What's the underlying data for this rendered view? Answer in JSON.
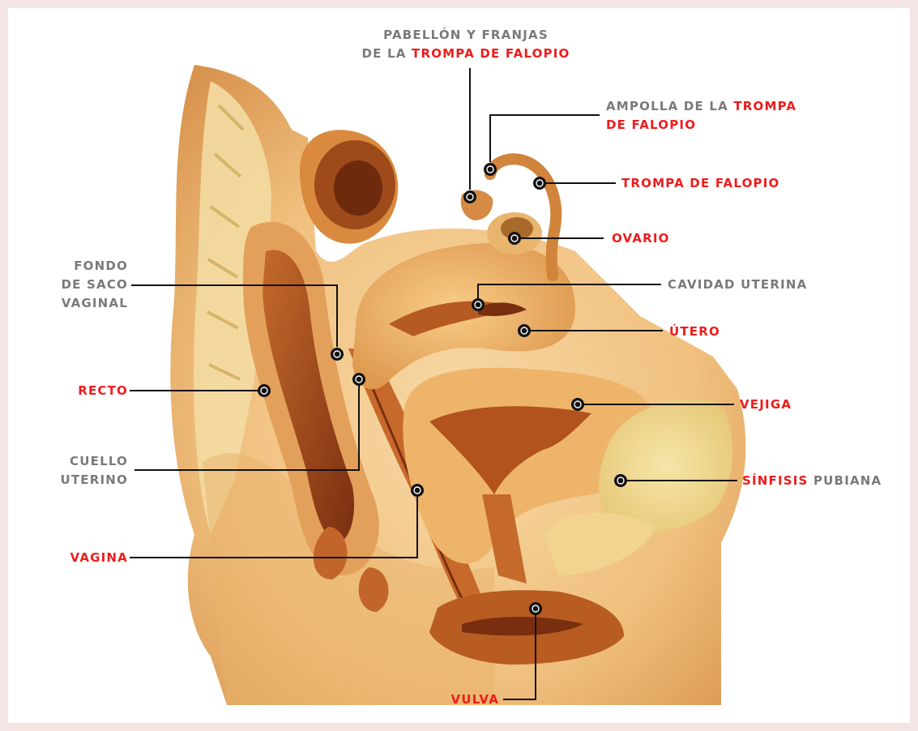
{
  "labels": {
    "pabellon": {
      "line1": "PABELLÓN Y FRANJAS",
      "line2_a": "DE LA ",
      "line2_b": "TROMPA DE FALOPIO"
    },
    "ampolla": {
      "line1_a": "AMPOLLA DE LA ",
      "line1_b": "TROMPA",
      "line2": "DE FALOPIO"
    },
    "trompa": "TROMPA DE FALOPIO",
    "ovario": "OVARIO",
    "cavidad": "CAVIDAD UTERINA",
    "utero": "ÚTERO",
    "vejiga": "VEJIGA",
    "sinfisis": {
      "a": "SÍNFISIS",
      "b": " PUBIANA"
    },
    "fondo": {
      "line1": "FONDO",
      "line2": "DE SACO",
      "line3": "VAGINAL"
    },
    "recto": "RECTO",
    "cuello": {
      "line1": "CUELLO",
      "line2": "UTERINO"
    },
    "vagina": "VAGINA",
    "vulva": "VULVA"
  },
  "colors": {
    "highlight": "#ee1c1c",
    "text": "#7a7a7a",
    "leader": "#111111",
    "frame": "#f4e4e4"
  }
}
